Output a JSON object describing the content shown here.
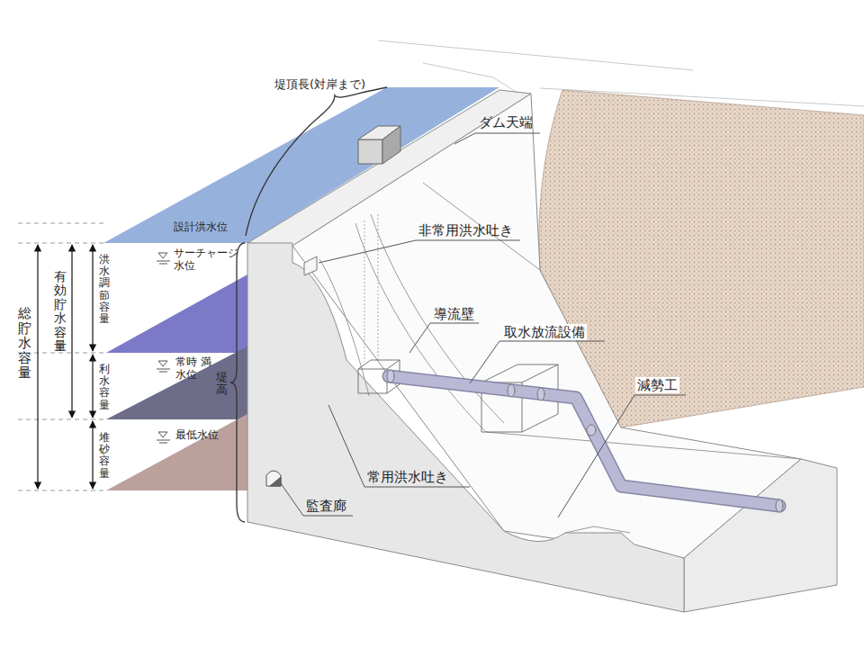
{
  "diagram": {
    "labels": [
      "堤頂長(対岸まで)",
      "ダム天端",
      "設計洪水位",
      "サーチャージ 水位",
      "非常用洪水吐き",
      "洪水調節容量",
      "有効貯水容量",
      "総貯水容量",
      "導流壁",
      "取水放流設備",
      "常時 満水位",
      "利水容量",
      "堤高",
      "減勢工",
      "最低水位",
      "堆砂容量",
      "常用洪水吐き",
      "監査廊"
    ]
  }
}
